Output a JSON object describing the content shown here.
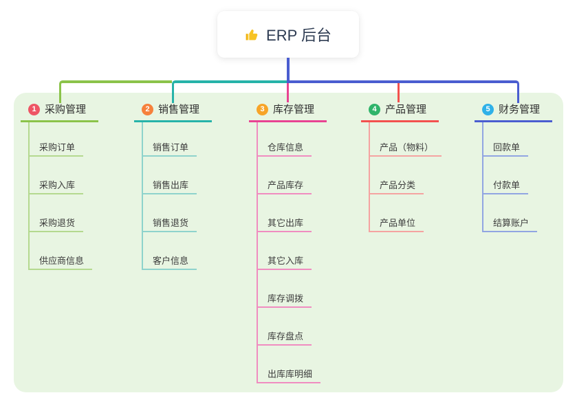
{
  "root": {
    "label": "ERP 后台",
    "icon": "thumbs-up"
  },
  "branches": [
    {
      "num": "1",
      "title": "采购管理",
      "line_color": "#8bc34a",
      "badge_color": "#ee5564",
      "child_line_color": "#b4d98f",
      "children": [
        "采购订单",
        "采购入库",
        "采购退货",
        "供应商信息"
      ]
    },
    {
      "num": "2",
      "title": "销售管理",
      "line_color": "#26b3a9",
      "badge_color": "#f6813c",
      "child_line_color": "#8ed3cc",
      "children": [
        "销售订单",
        "销售出库",
        "销售退货",
        "客户信息"
      ]
    },
    {
      "num": "3",
      "title": "库存管理",
      "line_color": "#e84392",
      "badge_color": "#f7a428",
      "child_line_color": "#f08cc0",
      "children": [
        "仓库信息",
        "产品库存",
        "其它出库",
        "其它入库",
        "库存调拨",
        "库存盘点",
        "出库库明细"
      ]
    },
    {
      "num": "4",
      "title": "产品管理",
      "line_color": "#f3514e",
      "badge_color": "#2fb46a",
      "child_line_color": "#f5a3a1",
      "children": [
        "产品（物料）",
        "产品分类",
        "产品单位"
      ]
    },
    {
      "num": "5",
      "title": "财务管理",
      "line_color": "#4a5dd0",
      "badge_color": "#2fb1e8",
      "child_line_color": "#91a5e2",
      "children": [
        "回款单",
        "付款单",
        "结算账户"
      ]
    }
  ],
  "colors": {
    "panel_background": "#e8f5e2",
    "trunk": "#4a5dd0",
    "root_text": "#2d3b52"
  }
}
